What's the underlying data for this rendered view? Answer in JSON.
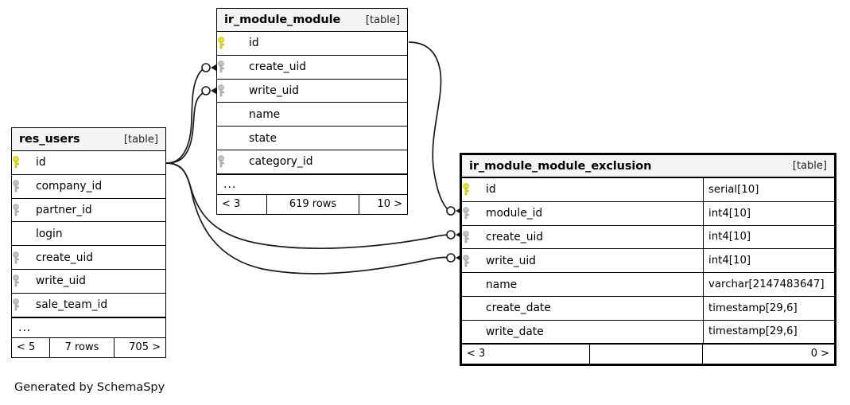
{
  "diagram": {
    "caption": "Generated by SchemaSpy",
    "table_tag": "[table]",
    "ellipsis": "...",
    "colors": {
      "primary_key": "#e8e80f",
      "foreign_key": "#c2c2c2",
      "header_bg": "#f4f4f4",
      "border": "#000000",
      "connector": "#1b1b1b",
      "background": "#ffffff"
    }
  },
  "tables": [
    {
      "id": "res_users",
      "name": "res_users",
      "tag": "[table]",
      "focus": false,
      "columns": [
        {
          "name": "id",
          "key": "pk",
          "type": ""
        },
        {
          "name": "company_id",
          "key": "fk",
          "type": ""
        },
        {
          "name": "partner_id",
          "key": "fk",
          "type": ""
        },
        {
          "name": "login",
          "key": "none",
          "type": ""
        },
        {
          "name": "create_uid",
          "key": "fk",
          "type": ""
        },
        {
          "name": "write_uid",
          "key": "fk",
          "type": ""
        },
        {
          "name": "sale_team_id",
          "key": "fk",
          "type": ""
        }
      ],
      "has_ellipsis": true,
      "footer": {
        "left": "< 5",
        "middle": "7 rows",
        "right": "705 >"
      }
    },
    {
      "id": "ir_module_module",
      "name": "ir_module_module",
      "tag": "[table]",
      "focus": false,
      "columns": [
        {
          "name": "id",
          "key": "pk",
          "type": ""
        },
        {
          "name": "create_uid",
          "key": "fk",
          "type": ""
        },
        {
          "name": "write_uid",
          "key": "fk",
          "type": ""
        },
        {
          "name": "name",
          "key": "none",
          "type": ""
        },
        {
          "name": "state",
          "key": "none",
          "type": ""
        },
        {
          "name": "category_id",
          "key": "fk",
          "type": ""
        }
      ],
      "has_ellipsis": true,
      "footer": {
        "left": "< 3",
        "middle": "619 rows",
        "right": "10 >"
      }
    },
    {
      "id": "ir_module_module_exclusion",
      "name": "ir_module_module_exclusion",
      "tag": "[table]",
      "focus": true,
      "columns": [
        {
          "name": "id",
          "key": "pk",
          "type": "serial[10]"
        },
        {
          "name": "module_id",
          "key": "fk",
          "type": "int4[10]"
        },
        {
          "name": "create_uid",
          "key": "fk",
          "type": "int4[10]"
        },
        {
          "name": "write_uid",
          "key": "fk",
          "type": "int4[10]"
        },
        {
          "name": "name",
          "key": "none",
          "type": "varchar[2147483647]"
        },
        {
          "name": "create_date",
          "key": "none",
          "type": "timestamp[29,6]"
        },
        {
          "name": "write_date",
          "key": "none",
          "type": "timestamp[29,6]"
        }
      ],
      "has_ellipsis": false,
      "footer": {
        "left": "< 3",
        "middle": "",
        "right": "0 >"
      }
    }
  ],
  "relationships": [
    {
      "from_table": "res_users",
      "from_column": "id",
      "to_table": "ir_module_module",
      "to_column": "create_uid"
    },
    {
      "from_table": "res_users",
      "from_column": "id",
      "to_table": "ir_module_module",
      "to_column": "write_uid"
    },
    {
      "from_table": "res_users",
      "from_column": "id",
      "to_table": "ir_module_module_exclusion",
      "to_column": "create_uid"
    },
    {
      "from_table": "res_users",
      "from_column": "id",
      "to_table": "ir_module_module_exclusion",
      "to_column": "write_uid"
    },
    {
      "from_table": "ir_module_module",
      "from_column": "id",
      "to_table": "ir_module_module_exclusion",
      "to_column": "module_id"
    }
  ]
}
